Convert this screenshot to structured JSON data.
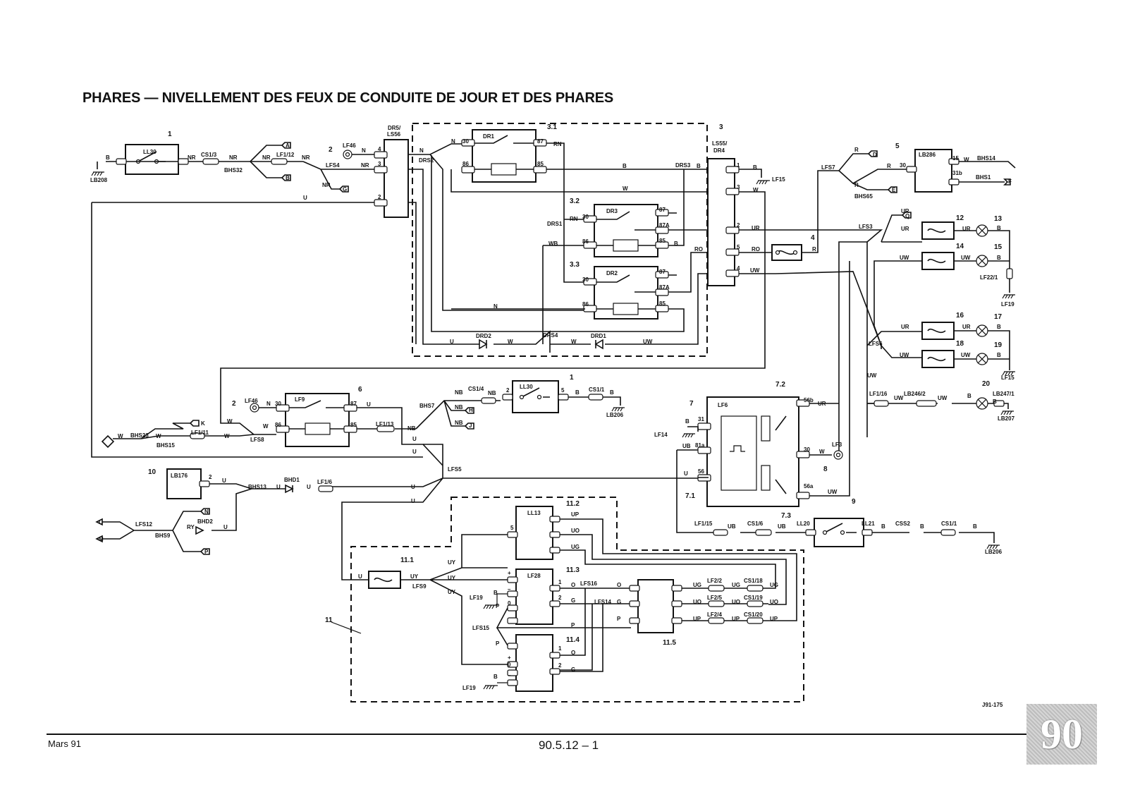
{
  "title": "PHARES — NIVELLEMENT DES FEUX DE CONDUITE DE JOUR ET DES PHARES",
  "footer": {
    "date": "Mars 91",
    "page": "90.5.12 – 1",
    "section": "90",
    "ref": "J91-175"
  },
  "labels": [
    {
      "id": "n1a",
      "t": "1"
    },
    {
      "id": "ll30a",
      "t": "LL30"
    },
    {
      "id": "b1",
      "t": "B"
    },
    {
      "id": "lb208a",
      "t": "LB208"
    },
    {
      "id": "cs13",
      "t": "CS1/3"
    },
    {
      "id": "nr1",
      "t": "NR"
    },
    {
      "id": "nr2",
      "t": "NR"
    },
    {
      "id": "bhs32",
      "t": "BHS32"
    },
    {
      "id": "nr3",
      "t": "NR"
    },
    {
      "id": "lf112",
      "t": "LF1/12"
    },
    {
      "id": "nr4",
      "t": "NR"
    },
    {
      "id": "cA",
      "t": "A"
    },
    {
      "id": "cB",
      "t": "B"
    },
    {
      "id": "n2a",
      "t": "2"
    },
    {
      "id": "lf46a",
      "t": "LF46"
    },
    {
      "id": "n_a",
      "t": "N"
    },
    {
      "id": "lfs4",
      "t": "LFS4"
    },
    {
      "id": "nr5",
      "t": "NR"
    },
    {
      "id": "nr6",
      "t": "NR"
    },
    {
      "id": "cG",
      "t": "G"
    },
    {
      "id": "u1",
      "t": "U"
    },
    {
      "id": "dr5",
      "t": "DR5/"
    },
    {
      "id": "ls56",
      "t": "LS56"
    },
    {
      "id": "p4a",
      "t": "4"
    },
    {
      "id": "p3a",
      "t": "3"
    },
    {
      "id": "p2a",
      "t": "2"
    },
    {
      "id": "n_b",
      "t": "N"
    },
    {
      "id": "drs2",
      "t": "DRS2"
    },
    {
      "id": "dr1",
      "t": "DR1"
    },
    {
      "id": "n31",
      "t": "3.1"
    },
    {
      "id": "p30a",
      "t": "30"
    },
    {
      "id": "n_c",
      "t": "N"
    },
    {
      "id": "p86a",
      "t": "86"
    },
    {
      "id": "p87a",
      "t": "87"
    },
    {
      "id": "p85a",
      "t": "85"
    },
    {
      "id": "rn1",
      "t": "RN"
    },
    {
      "id": "b2",
      "t": "B"
    },
    {
      "id": "drs3",
      "t": "DRS3"
    },
    {
      "id": "b3",
      "t": "B"
    },
    {
      "id": "w1",
      "t": "W"
    },
    {
      "id": "n3",
      "t": "3"
    },
    {
      "id": "ls55",
      "t": "LS55/"
    },
    {
      "id": "dr4",
      "t": "DR4"
    },
    {
      "id": "p1b",
      "t": "1"
    },
    {
      "id": "b4",
      "t": "B"
    },
    {
      "id": "lf15a",
      "t": "LF15"
    },
    {
      "id": "p3b",
      "t": "3"
    },
    {
      "id": "w2",
      "t": "W"
    },
    {
      "id": "p2b",
      "t": "2"
    },
    {
      "id": "ur1",
      "t": "UR"
    },
    {
      "id": "p5b",
      "t": "5"
    },
    {
      "id": "ro1",
      "t": "RO"
    },
    {
      "id": "p4b",
      "t": "4"
    },
    {
      "id": "uw1",
      "t": "UW"
    },
    {
      "id": "ro2",
      "t": "RO"
    },
    {
      "id": "n32",
      "t": "3.2"
    },
    {
      "id": "dr3",
      "t": "DR3"
    },
    {
      "id": "drs1",
      "t": "DRS1"
    },
    {
      "id": "rn2",
      "t": "RN"
    },
    {
      "id": "p30b",
      "t": "30"
    },
    {
      "id": "p87b",
      "t": "87"
    },
    {
      "id": "p87Ab",
      "t": "87A"
    },
    {
      "id": "wb1",
      "t": "WB"
    },
    {
      "id": "p86b",
      "t": "86"
    },
    {
      "id": "p85b",
      "t": "85"
    },
    {
      "id": "b5",
      "t": "B"
    },
    {
      "id": "n33",
      "t": "3.3"
    },
    {
      "id": "dr2",
      "t": "DR2"
    },
    {
      "id": "p30c",
      "t": "30"
    },
    {
      "id": "p87c",
      "t": "87"
    },
    {
      "id": "p87Ac",
      "t": "87A"
    },
    {
      "id": "p86c",
      "t": "86"
    },
    {
      "id": "p85c",
      "t": "85"
    },
    {
      "id": "n_d",
      "t": "N"
    },
    {
      "id": "drd2",
      "t": "DRD2"
    },
    {
      "id": "u2",
      "t": "U"
    },
    {
      "id": "w3",
      "t": "W"
    },
    {
      "id": "drs4",
      "t": "DRS4"
    },
    {
      "id": "w4",
      "t": "W"
    },
    {
      "id": "drd1",
      "t": "DRD1"
    },
    {
      "id": "uw2",
      "t": "UW"
    },
    {
      "id": "n4",
      "t": "4"
    },
    {
      "id": "r1",
      "t": "R"
    },
    {
      "id": "lfs7",
      "t": "LFS7"
    },
    {
      "id": "r2",
      "t": "R"
    },
    {
      "id": "cD",
      "t": "D"
    },
    {
      "id": "r3",
      "t": "R"
    },
    {
      "id": "r4",
      "t": "R"
    },
    {
      "id": "cE",
      "t": "E"
    },
    {
      "id": "bhs65",
      "t": "BHS65"
    },
    {
      "id": "n5",
      "t": "5"
    },
    {
      "id": "lb286",
      "t": "LB286"
    },
    {
      "id": "p30d",
      "t": "30"
    },
    {
      "id": "p15",
      "t": "15"
    },
    {
      "id": "w5",
      "t": "W"
    },
    {
      "id": "bhs14",
      "t": "BHS14"
    },
    {
      "id": "p31b",
      "t": "31b"
    },
    {
      "id": "bhs1",
      "t": "BHS1"
    },
    {
      "id": "cF",
      "t": "F"
    },
    {
      "id": "ur2",
      "t": "UR"
    },
    {
      "id": "cQ",
      "t": "Q"
    },
    {
      "id": "lfs3",
      "t": "LFS3"
    },
    {
      "id": "ur3",
      "t": "UR"
    },
    {
      "id": "n12",
      "t": "12"
    },
    {
      "id": "ur4",
      "t": "UR"
    },
    {
      "id": "n13",
      "t": "13"
    },
    {
      "id": "b6",
      "t": "B"
    },
    {
      "id": "uw3",
      "t": "UW"
    },
    {
      "id": "n14",
      "t": "14"
    },
    {
      "id": "uw4",
      "t": "UW"
    },
    {
      "id": "n15",
      "t": "15"
    },
    {
      "id": "b7",
      "t": "B"
    },
    {
      "id": "lf221",
      "t": "LF22/1"
    },
    {
      "id": "lf19a",
      "t": "LF19"
    },
    {
      "id": "ur5",
      "t": "UR"
    },
    {
      "id": "n16",
      "t": "16"
    },
    {
      "id": "ur6",
      "t": "UR"
    },
    {
      "id": "n17",
      "t": "17"
    },
    {
      "id": "b8",
      "t": "B"
    },
    {
      "id": "lfs6",
      "t": "LFS6"
    },
    {
      "id": "uw5",
      "t": "UW"
    },
    {
      "id": "n18",
      "t": "18"
    },
    {
      "id": "uw6",
      "t": "UW"
    },
    {
      "id": "n19",
      "t": "19"
    },
    {
      "id": "b9",
      "t": "B"
    },
    {
      "id": "lf15b",
      "t": "LF15"
    },
    {
      "id": "uw7",
      "t": "UW"
    },
    {
      "id": "lf116",
      "t": "LF1/16"
    },
    {
      "id": "uw8",
      "t": "UW"
    },
    {
      "id": "lb2462",
      "t": "LB246/2"
    },
    {
      "id": "uw9",
      "t": "UW"
    },
    {
      "id": "n20",
      "t": "20"
    },
    {
      "id": "b10",
      "t": "B"
    },
    {
      "id": "lb2471",
      "t": "LB247/1"
    },
    {
      "id": "b11",
      "t": "B"
    },
    {
      "id": "lb207",
      "t": "LB207"
    },
    {
      "id": "n2b",
      "t": "2"
    },
    {
      "id": "lf46b",
      "t": "LF46"
    },
    {
      "id": "n_e",
      "t": "N"
    },
    {
      "id": "p30e",
      "t": "30"
    },
    {
      "id": "lf9",
      "t": "LF9"
    },
    {
      "id": "n6",
      "t": "6"
    },
    {
      "id": "p87e",
      "t": "87"
    },
    {
      "id": "u3",
      "t": "U"
    },
    {
      "id": "w6",
      "t": "W"
    },
    {
      "id": "p86e",
      "t": "86"
    },
    {
      "id": "p85e",
      "t": "85"
    },
    {
      "id": "w7",
      "t": "W"
    },
    {
      "id": "lfs8",
      "t": "LFS8"
    },
    {
      "id": "lf113",
      "t": "LF1/13"
    },
    {
      "id": "nb1",
      "t": "NB"
    },
    {
      "id": "w8",
      "t": "W"
    },
    {
      "id": "bhs23",
      "t": "BHS23"
    },
    {
      "id": "w9",
      "t": "W"
    },
    {
      "id": "cK",
      "t": "K"
    },
    {
      "id": "bhs15",
      "t": "BHS15"
    },
    {
      "id": "lf111",
      "t": "LF1/11"
    },
    {
      "id": "w10",
      "t": "W"
    },
    {
      "id": "nb2",
      "t": "NB"
    },
    {
      "id": "cs14",
      "t": "CS1/4"
    },
    {
      "id": "nb3",
      "t": "NB"
    },
    {
      "id": "ll30b",
      "t": "LL30"
    },
    {
      "id": "n1b",
      "t": "1"
    },
    {
      "id": "p5c",
      "t": "5"
    },
    {
      "id": "b12",
      "t": "B"
    },
    {
      "id": "cs11a",
      "t": "CS1/1"
    },
    {
      "id": "b13",
      "t": "B"
    },
    {
      "id": "lb206a",
      "t": "LB206"
    },
    {
      "id": "bhs7",
      "t": "BHS7"
    },
    {
      "id": "nb4",
      "t": "NB"
    },
    {
      "id": "cH",
      "t": "H"
    },
    {
      "id": "nb5",
      "t": "NB"
    },
    {
      "id": "cJ",
      "t": "J"
    },
    {
      "id": "p2c",
      "t": "2"
    },
    {
      "id": "u4",
      "t": "U"
    },
    {
      "id": "u5",
      "t": "U"
    },
    {
      "id": "lfs5",
      "t": "LFS5"
    },
    {
      "id": "u6",
      "t": "U"
    },
    {
      "id": "u7",
      "t": "U"
    },
    {
      "id": "n10",
      "t": "10"
    },
    {
      "id": "lb176",
      "t": "LB176"
    },
    {
      "id": "p2d",
      "t": "2"
    },
    {
      "id": "u8",
      "t": "U"
    },
    {
      "id": "bhs13",
      "t": "BHS13"
    },
    {
      "id": "u9",
      "t": "U"
    },
    {
      "id": "bhd1",
      "t": "BHD1"
    },
    {
      "id": "u10",
      "t": "U"
    },
    {
      "id": "lf16",
      "t": "LF1/6"
    },
    {
      "id": "cN",
      "t": "N"
    },
    {
      "id": "cL",
      "t": "L"
    },
    {
      "id": "lfs12",
      "t": "LFS12"
    },
    {
      "id": "ry",
      "t": "RY"
    },
    {
      "id": "bhd2",
      "t": "BHD2"
    },
    {
      "id": "u11",
      "t": "U"
    },
    {
      "id": "cM",
      "t": "M"
    },
    {
      "id": "bhs9",
      "t": "BHS9"
    },
    {
      "id": "cP",
      "t": "P"
    },
    {
      "id": "n7",
      "t": "7"
    },
    {
      "id": "lf6",
      "t": "LF6"
    },
    {
      "id": "n72",
      "t": "7.2"
    },
    {
      "id": "p56b",
      "t": "56b"
    },
    {
      "id": "ur7",
      "t": "UR"
    },
    {
      "id": "b14",
      "t": "B"
    },
    {
      "id": "p31c",
      "t": "31"
    },
    {
      "id": "lf14",
      "t": "LF14"
    },
    {
      "id": "ub1",
      "t": "UB"
    },
    {
      "id": "p81a",
      "t": "81a"
    },
    {
      "id": "p30f",
      "t": "30"
    },
    {
      "id": "w11",
      "t": "W"
    },
    {
      "id": "lf3",
      "t": "LF3"
    },
    {
      "id": "n8",
      "t": "8"
    },
    {
      "id": "u12",
      "t": "U"
    },
    {
      "id": "p56",
      "t": "56"
    },
    {
      "id": "p56a",
      "t": "56a"
    },
    {
      "id": "uw10",
      "t": "UW"
    },
    {
      "id": "n71",
      "t": "7.1"
    },
    {
      "id": "n73",
      "t": "7.3"
    },
    {
      "id": "n9",
      "t": "9"
    },
    {
      "id": "lf115",
      "t": "LF1/15"
    },
    {
      "id": "ub2",
      "t": "UB"
    },
    {
      "id": "cs16",
      "t": "CS1/6"
    },
    {
      "id": "ub3",
      "t": "UB"
    },
    {
      "id": "ll20",
      "t": "LL20"
    },
    {
      "id": "ll21",
      "t": "LL21"
    },
    {
      "id": "b15",
      "t": "B"
    },
    {
      "id": "css2",
      "t": "CSS2"
    },
    {
      "id": "b16",
      "t": "B"
    },
    {
      "id": "cs11b",
      "t": "CS1/1"
    },
    {
      "id": "b17",
      "t": "B"
    },
    {
      "id": "lb206b",
      "t": "LB206"
    },
    {
      "id": "ll13",
      "t": "LL13"
    },
    {
      "id": "n112",
      "t": "11.2"
    },
    {
      "id": "up1",
      "t": "UP"
    },
    {
      "id": "p5d",
      "t": "5"
    },
    {
      "id": "uo1",
      "t": "UO"
    },
    {
      "id": "ug1",
      "t": "UG"
    },
    {
      "id": "u13",
      "t": "U"
    },
    {
      "id": "n111",
      "t": "11.1"
    },
    {
      "id": "uy1",
      "t": "UY"
    },
    {
      "id": "uy2",
      "t": "UY"
    },
    {
      "id": "lfs9",
      "t": "LFS9"
    },
    {
      "id": "uy3",
      "t": "UY"
    },
    {
      "id": "uy4",
      "t": "UY"
    },
    {
      "id": "lf28",
      "t": "LF28"
    },
    {
      "id": "n113",
      "t": "11.3"
    },
    {
      "id": "pplus1",
      "t": "+"
    },
    {
      "id": "b18",
      "t": "B"
    },
    {
      "id": "pminus1",
      "t": "–"
    },
    {
      "id": "lf19b",
      "t": "LF19"
    },
    {
      "id": "pp1",
      "t": "P"
    },
    {
      "id": "p0a",
      "t": "0"
    },
    {
      "id": "p1c",
      "t": "1"
    },
    {
      "id": "o1",
      "t": "O"
    },
    {
      "id": "lfs16",
      "t": "LFS16"
    },
    {
      "id": "o2",
      "t": "O"
    },
    {
      "id": "p2e",
      "t": "2"
    },
    {
      "id": "g1",
      "t": "G"
    },
    {
      "id": "lfs14",
      "t": "LFS14"
    },
    {
      "id": "g2",
      "t": "G"
    },
    {
      "id": "pp2",
      "t": "P"
    },
    {
      "id": "pp3",
      "t": "P"
    },
    {
      "id": "lfs15",
      "t": "LFS15"
    },
    {
      "id": "ug2",
      "t": "UG"
    },
    {
      "id": "lf22",
      "t": "LF2/2"
    },
    {
      "id": "ug3",
      "t": "UG"
    },
    {
      "id": "cs118",
      "t": "CS1/18"
    },
    {
      "id": "ug4",
      "t": "UG"
    },
    {
      "id": "uo2",
      "t": "UO"
    },
    {
      "id": "lf25",
      "t": "LF2/5"
    },
    {
      "id": "uo3",
      "t": "UO"
    },
    {
      "id": "cs119",
      "t": "CS1/19"
    },
    {
      "id": "uo4",
      "t": "UO"
    },
    {
      "id": "up2",
      "t": "UP"
    },
    {
      "id": "lf24",
      "t": "LF2/4"
    },
    {
      "id": "up3",
      "t": "UP"
    },
    {
      "id": "cs120",
      "t": "CS1/20"
    },
    {
      "id": "up4",
      "t": "UP"
    },
    {
      "id": "n115",
      "t": "11.5"
    },
    {
      "id": "n11",
      "t": "11"
    },
    {
      "id": "pp4",
      "t": "P"
    },
    {
      "id": "n114",
      "t": "11.4"
    },
    {
      "id": "p1d",
      "t": "1"
    },
    {
      "id": "o3",
      "t": "O"
    },
    {
      "id": "pplus2",
      "t": "+"
    },
    {
      "id": "p0b",
      "t": "0"
    },
    {
      "id": "pminus2",
      "t": "–"
    },
    {
      "id": "b19",
      "t": "B"
    },
    {
      "id": "p2f",
      "t": "2"
    },
    {
      "id": "g3",
      "t": "G"
    },
    {
      "id": "lf19c",
      "t": "LF19"
    }
  ]
}
